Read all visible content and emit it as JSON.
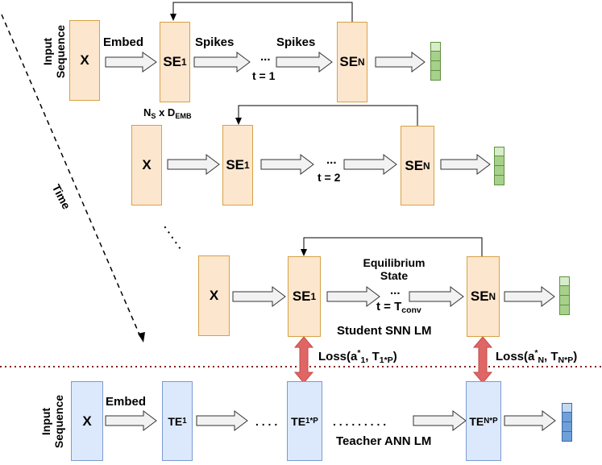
{
  "labels": {
    "input_sequence_top": [
      "Input",
      "Sequence"
    ],
    "input_sequence_bottom": [
      "Input",
      "Sequence"
    ],
    "time": "Time",
    "embed_top": "Embed",
    "embed_bottom": "Embed",
    "spikes_1": "Spikes",
    "spikes_2": "Spikes",
    "dots": "...",
    "t1": "t = 1",
    "t2": "t = 2",
    "t_conv_main": "t = T",
    "t_conv_sub": "conv",
    "emb_dim_ns": "N",
    "emb_dim_ns_sub": "S",
    "emb_dim_x": " x D",
    "emb_dim_d_sub": "EMB",
    "equilibrium_1": "Equilibrium",
    "equilibrium_2": "State",
    "student": "Student SNN LM",
    "teacher": "Teacher ANN LM",
    "loss1_pre": "Loss(a",
    "loss1_star": "*",
    "loss1_sub": "1",
    "loss1_mid": ", T",
    "loss1_tsub": "1*P",
    "loss1_post": ")",
    "lossN_pre": "Loss(a",
    "lossN_star": "*",
    "lossN_sub": "N",
    "lossN_mid": ", T",
    "lossN_tsub": "N*P",
    "lossN_post": ")"
  },
  "boxes": {
    "x": "X",
    "se": "SE",
    "se_sub1": "1",
    "se_subN": "N",
    "te": "TE",
    "te_sub1": "1",
    "te_sub1p": "1*P",
    "te_subNp": "N*P"
  },
  "colors": {
    "student_fill": "#fde6ce",
    "student_border": "#d6a145",
    "teacher_fill": "#dce8fb",
    "teacher_border": "#7c9ad2",
    "loss_arrow": "#e06666",
    "divider": "#8b1a1a"
  }
}
